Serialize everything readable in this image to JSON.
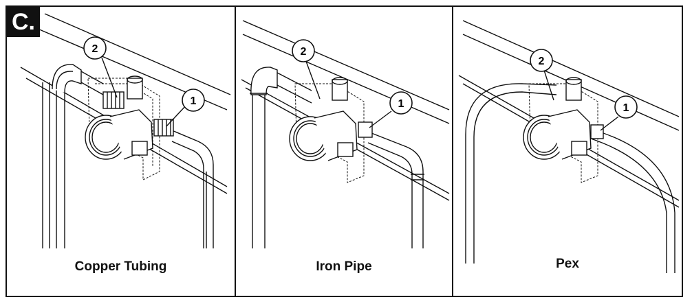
{
  "step_label": "C.",
  "panels": [
    {
      "caption": "Copper Tubing",
      "callouts": [
        "1",
        "2"
      ]
    },
    {
      "caption": "Iron Pipe",
      "callouts": [
        "1",
        "2"
      ]
    },
    {
      "caption": "Pex",
      "callouts": [
        "1",
        "2"
      ]
    }
  ]
}
